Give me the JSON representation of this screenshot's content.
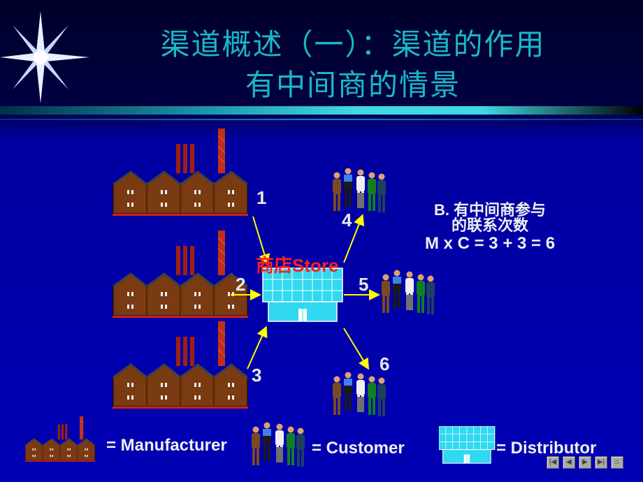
{
  "title": {
    "line1": "渠道概述（一）：渠道的作用",
    "line2": "有中间商的情景"
  },
  "numbers": {
    "n1": "1",
    "n2": "2",
    "n3": "3",
    "n4": "4",
    "n5": "5",
    "n6": "6"
  },
  "store_label": "商店Store",
  "note": {
    "line1": "B. 有中间商参与",
    "line2": "的联系次数",
    "line3": "M x C = 3 + 3 = 6"
  },
  "legend": {
    "manufacturer": "= Manufacturer",
    "customer": "= Customer",
    "distributor": "= Distributor"
  },
  "colors": {
    "background": "#0000b4",
    "title": "#18b8c8",
    "store_label": "#ff2020",
    "arrow": "#ffff00",
    "factory": "#7a3a12",
    "store": "#30d8f0"
  },
  "nav": [
    "first-icon",
    "prev-icon",
    "next-icon",
    "last-icon",
    "home-icon"
  ]
}
